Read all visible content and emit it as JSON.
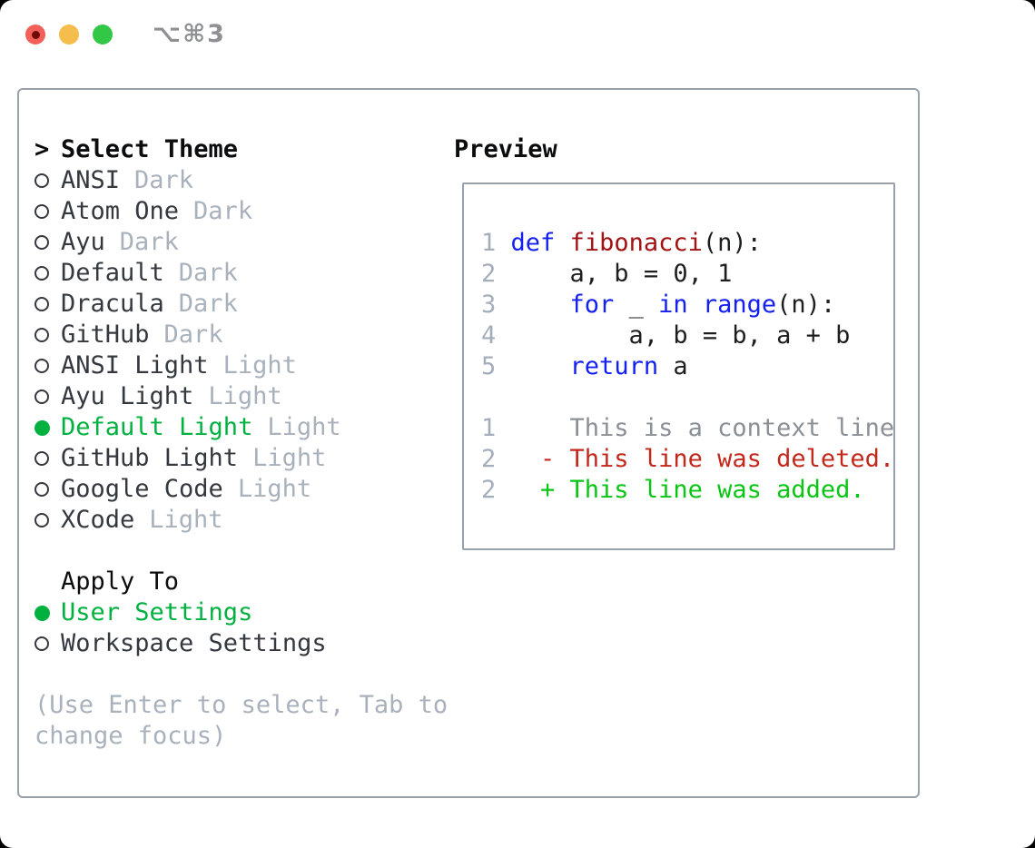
{
  "window": {
    "shortcut": "⌥⌘3"
  },
  "colors": {
    "traffic_red": "#f2605a",
    "traffic_red_dot": "#6e0b04",
    "traffic_yellow": "#f5bd4c",
    "traffic_green": "#33c748",
    "shortcut_gray": "#8e9094",
    "panel_border_gray": "#98a1ac",
    "heading_black": "#0b0c0e",
    "item_gray": "#34383f",
    "muted_gray": "#a9b2bc",
    "accent_green": "#00b140",
    "line_number_gray": "#a4aebb",
    "keyword_blue": "#1420f0",
    "function_red": "#a31212",
    "code_black": "#1c1e21",
    "context_gray": "#8a9096",
    "deleted_red": "#c3281c",
    "added_green": "#09c514"
  },
  "theme_picker": {
    "heading": "Select Theme",
    "prompt": ">",
    "items": [
      {
        "label": "ANSI",
        "tag": "Dark",
        "selected": false
      },
      {
        "label": "Atom One",
        "tag": "Dark",
        "selected": false
      },
      {
        "label": "Ayu",
        "tag": "Dark",
        "selected": false
      },
      {
        "label": "Default",
        "tag": "Dark",
        "selected": false
      },
      {
        "label": "Dracula",
        "tag": "Dark",
        "selected": false
      },
      {
        "label": "GitHub",
        "tag": "Dark",
        "selected": false
      },
      {
        "label": "ANSI Light",
        "tag": "Light",
        "selected": false
      },
      {
        "label": "Ayu Light",
        "tag": "Light",
        "selected": false
      },
      {
        "label": "Default Light",
        "tag": "Light",
        "selected": true
      },
      {
        "label": "GitHub Light",
        "tag": "Light",
        "selected": false
      },
      {
        "label": "Google Code",
        "tag": "Light",
        "selected": false
      },
      {
        "label": "XCode",
        "tag": "Light",
        "selected": false
      }
    ]
  },
  "apply_to": {
    "heading": "Apply To",
    "options": [
      {
        "label": "User Settings",
        "selected": true
      },
      {
        "label": "Workspace Settings",
        "selected": false
      }
    ]
  },
  "hint": {
    "lines": [
      "(Use Enter to select, Tab to",
      "change focus)"
    ]
  },
  "preview": {
    "heading": "Preview",
    "code_lines": [
      {
        "num": "1",
        "tokens": [
          {
            "t": "def",
            "c": "keyword"
          },
          {
            "t": " ",
            "c": "code"
          },
          {
            "t": "fibonacci",
            "c": "func"
          },
          {
            "t": "(n):",
            "c": "code"
          }
        ]
      },
      {
        "num": "2",
        "tokens": [
          {
            "t": "    a, b = 0, 1",
            "c": "code"
          }
        ]
      },
      {
        "num": "3",
        "tokens": [
          {
            "t": "    ",
            "c": "code"
          },
          {
            "t": "for",
            "c": "keyword"
          },
          {
            "t": " _ ",
            "c": "code"
          },
          {
            "t": "in",
            "c": "keyword"
          },
          {
            "t": " ",
            "c": "code"
          },
          {
            "t": "range",
            "c": "keyword"
          },
          {
            "t": "(n):",
            "c": "code"
          }
        ]
      },
      {
        "num": "4",
        "tokens": [
          {
            "t": "        a, b = b, a + b",
            "c": "code"
          }
        ]
      },
      {
        "num": "5",
        "tokens": [
          {
            "t": "    ",
            "c": "code"
          },
          {
            "t": "return",
            "c": "keyword"
          },
          {
            "t": " a",
            "c": "code"
          }
        ]
      },
      {
        "num": "",
        "tokens": []
      },
      {
        "num": "1",
        "tokens": [
          {
            "t": "    This is a context line.",
            "c": "context"
          }
        ]
      },
      {
        "num": "2",
        "tokens": [
          {
            "t": "  - This line was deleted.",
            "c": "deleted"
          }
        ]
      },
      {
        "num": "2",
        "tokens": [
          {
            "t": "  + This line was added.",
            "c": "added"
          }
        ]
      }
    ]
  }
}
